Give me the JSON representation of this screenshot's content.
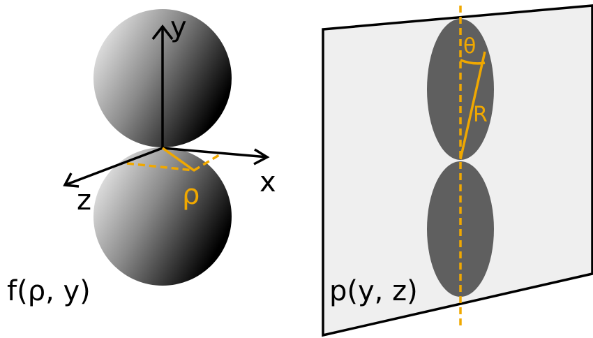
{
  "left_panel": {
    "axis_labels": {
      "y": "y",
      "x": "x",
      "z": "z"
    },
    "radial_label": "ρ",
    "function_label": "f(ρ, y)"
  },
  "right_panel": {
    "angle_label": "θ",
    "radius_label": "R",
    "projection_label": "p(y, z)"
  },
  "colors": {
    "accent": "#f0a800",
    "plane_fill": "#efefef",
    "lobe_fill": "#5f5f5f",
    "sphere_light": "#ffffff",
    "sphere_dark": "#000000",
    "stroke": "#000000"
  }
}
